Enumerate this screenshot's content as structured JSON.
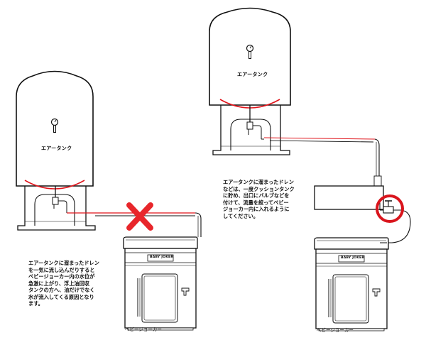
{
  "left_setup": {
    "tank_label": "エアータンク",
    "unit_label": "ベビージョーカー",
    "brand": "BABY JOKER",
    "note": "エアータンクに溜まったドレン\nを一気に流し込んだりすると\nベビージョーカー内の水位が\n急激に上がり、浮上油回収\nタンクの方へ、油だけでなく\n水が流入してくる原因となり\nます。"
  },
  "right_setup": {
    "tank_label": "エアータンク",
    "unit_label": "ベビージョーカー",
    "brand": "BABY JOKER",
    "note": "エアータンクに溜まったドレン\nなどは、一度クッションタンク\nに貯め、出口にバルブなどを\n付けて、流量を絞ってベビー\nジョーカー内に入れるように\nしてください。"
  },
  "colors": {
    "line": "#111111",
    "accent_red": "#e0141b",
    "warning_x": "#e8262b",
    "highlight_circle": "#d9151d"
  }
}
